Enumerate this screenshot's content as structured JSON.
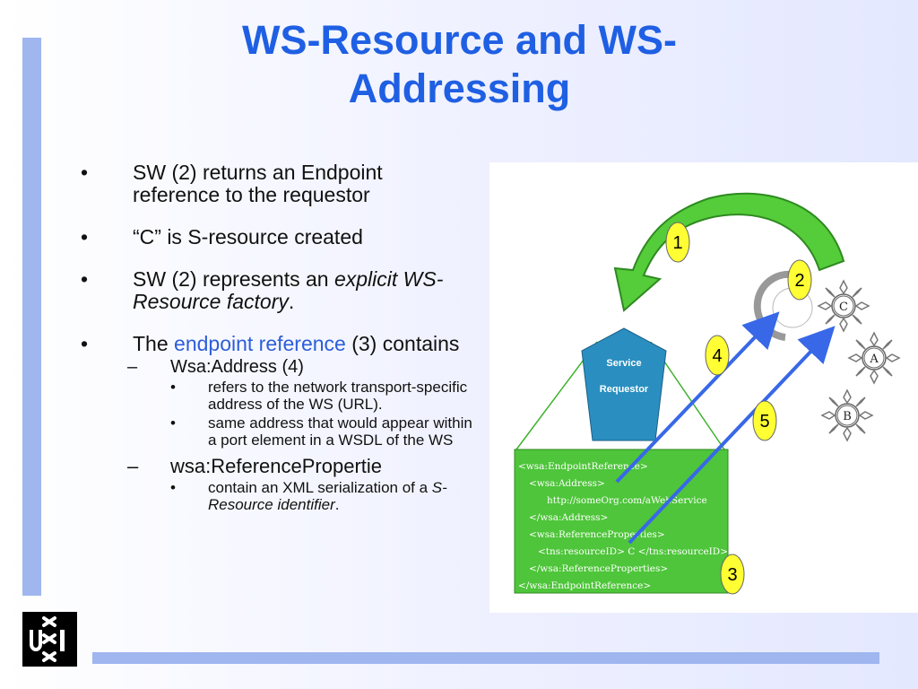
{
  "slide": {
    "title": "WS-Resource and WS-Addressing",
    "bullets": {
      "b1": "SW (2) returns an Endpoint reference to the requestor",
      "b2": "“C” is S-resource created",
      "b3_prefix": "SW (2) represents an ",
      "b3_italic": "explicit WS-Resource factory",
      "b3_suffix": ".",
      "b4_prefix": "The ",
      "b4_link": "endpoint reference",
      "b4_suffix": " (3) contains",
      "wsa_address": "Wsa:Address (4)",
      "wsa_address_sub1": "refers to the network transport-specific address of the WS (URL).",
      "wsa_address_sub2": "same address that would appear within a port element in a WSDL of the WS",
      "wsa_refprops": "wsa:ReferencePropertie",
      "wsa_refprops_sub_prefix": "contain an XML serialization of a ",
      "wsa_refprops_sub_italic": "S-Resource identifier",
      "wsa_refprops_sub_suffix": "."
    },
    "bullet_glyph": "•",
    "dash_glyph": "–"
  },
  "diagram": {
    "requestor_line1": "Service",
    "requestor_line2": "Requestor",
    "numbers": [
      "1",
      "2",
      "3",
      "4",
      "5"
    ],
    "resources": [
      "C",
      "A",
      "B"
    ],
    "xml_lines": [
      "<wsa:EndpointReference>",
      "<wsa:Address>",
      "http://someOrg.com/aWebService",
      "</wsa:Address>",
      "<wsa:ReferenceProperties>",
      "<tns:resourceID> C </tns:resourceID>",
      "</wsa:ReferenceProperties>",
      "</wsa:EndpointReference>"
    ]
  },
  "colors": {
    "title": "#1f5fe3",
    "accent_bar": "#9fb6ef",
    "green": "#4ec53a",
    "number_circle": "#ffff33",
    "requestor": "#2a8fc0",
    "arrow": "#3868e8",
    "link": "#2c5ed8"
  }
}
